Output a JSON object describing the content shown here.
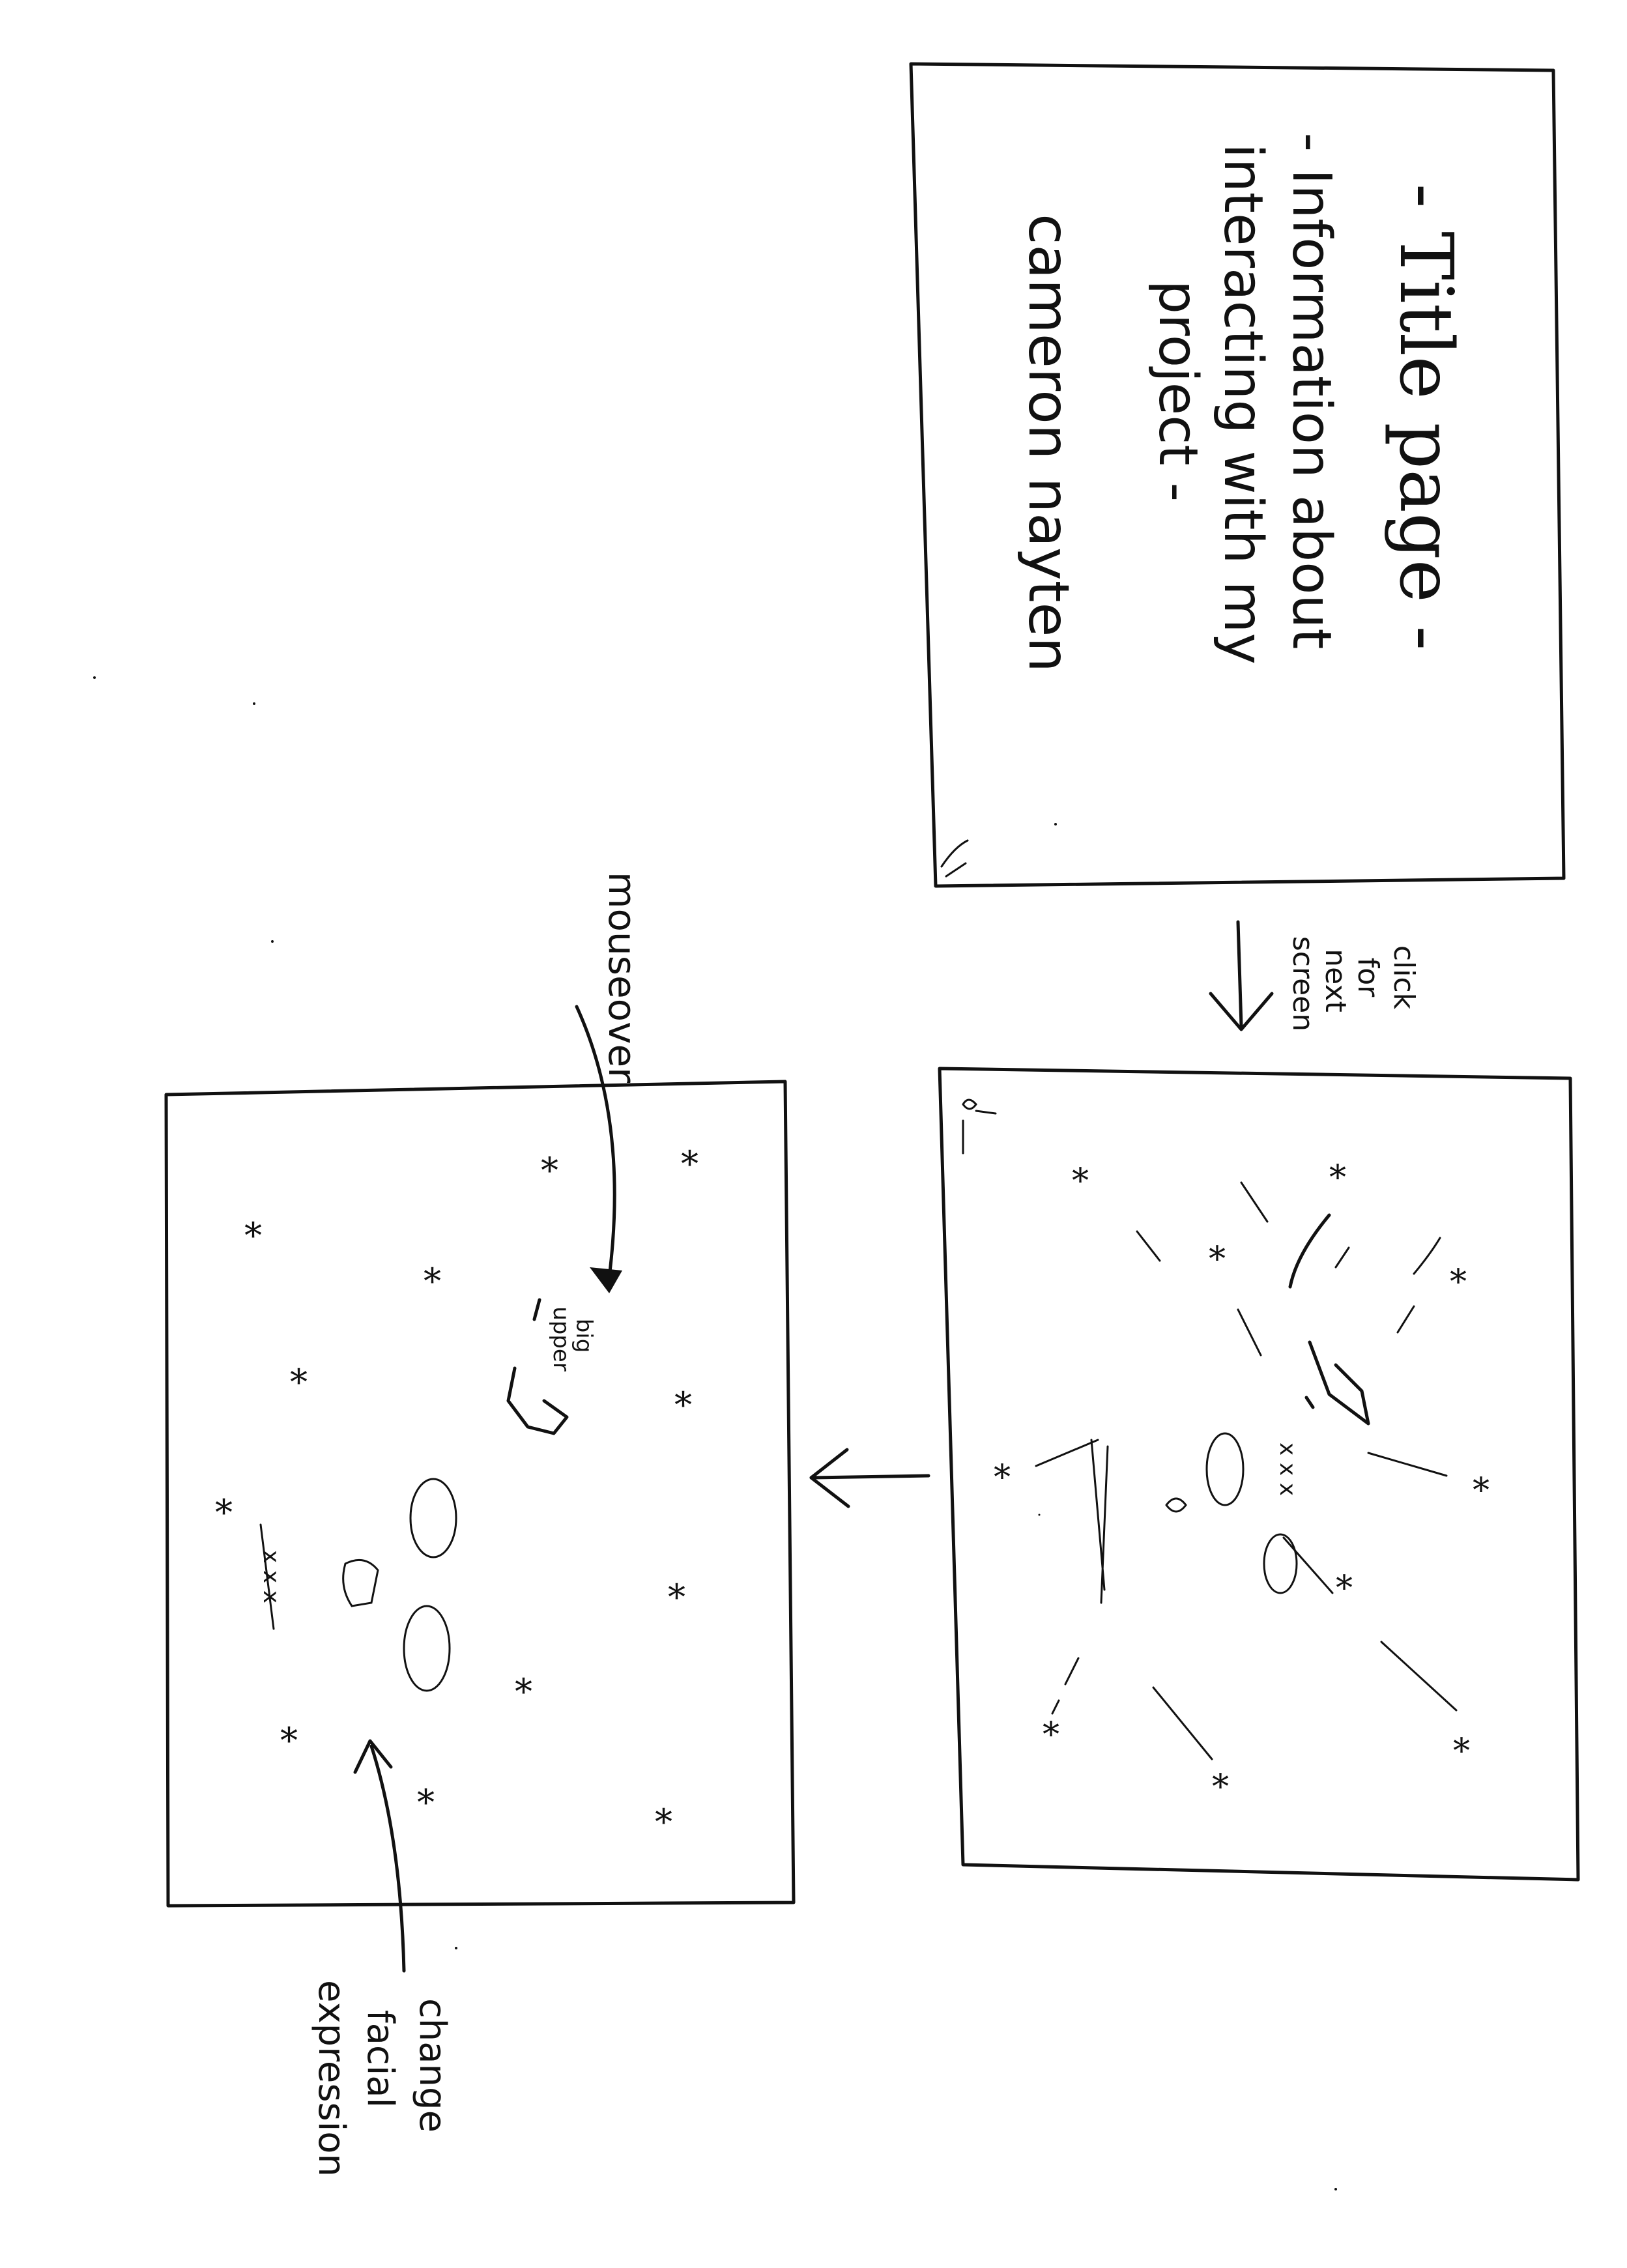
{
  "title_frame": {
    "heading": "- Title page -",
    "line_1": "- Information about",
    "line_2": "interacting with my",
    "line_3": "project -",
    "author": "cameron nayten"
  },
  "transition_1": {
    "line_1": "click",
    "line_2": "for",
    "line_3": "next",
    "line_4": "screen"
  },
  "scene_frame": {
    "star_marker": "*",
    "face_marks": "x x x"
  },
  "hover_frame": {
    "mouseover_label": "mouseover",
    "big_upper_label_1": "big",
    "big_upper_label_2": "upper",
    "expression_line_1": "change",
    "expression_line_2": "facial",
    "expression_line_3": "expression"
  }
}
